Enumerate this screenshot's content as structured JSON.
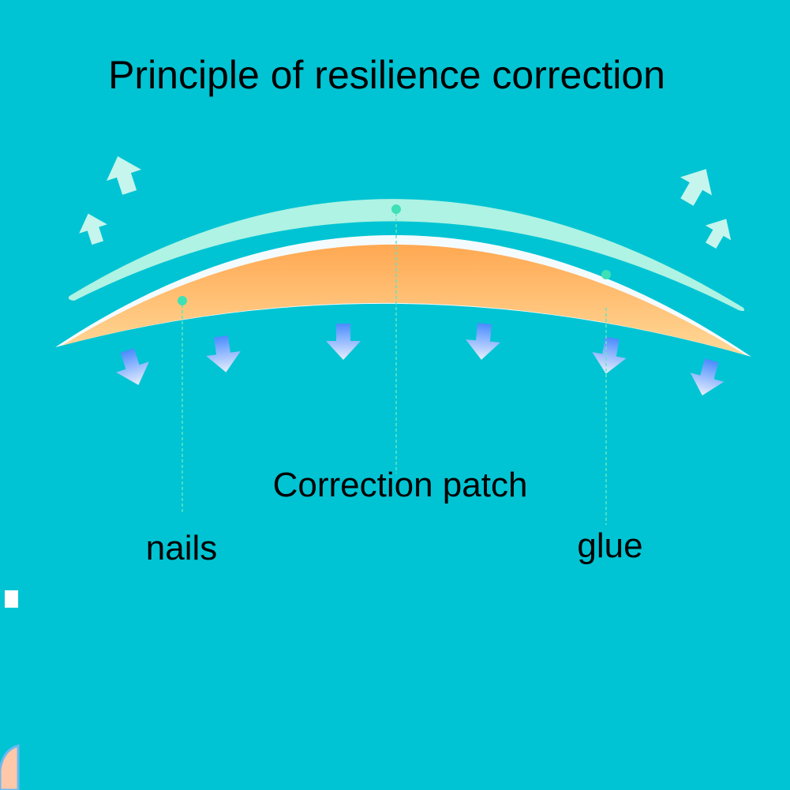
{
  "title": "Principle of resilience correction",
  "labels": {
    "patch": "Correction patch",
    "nails": "nails",
    "glue": "glue"
  },
  "colors": {
    "background": "#00c4d3",
    "patch": "#aef3e4",
    "nail_top": "#ffa852",
    "nail_bottom": "#ffd394",
    "marker": "#3ee0b5"
  }
}
